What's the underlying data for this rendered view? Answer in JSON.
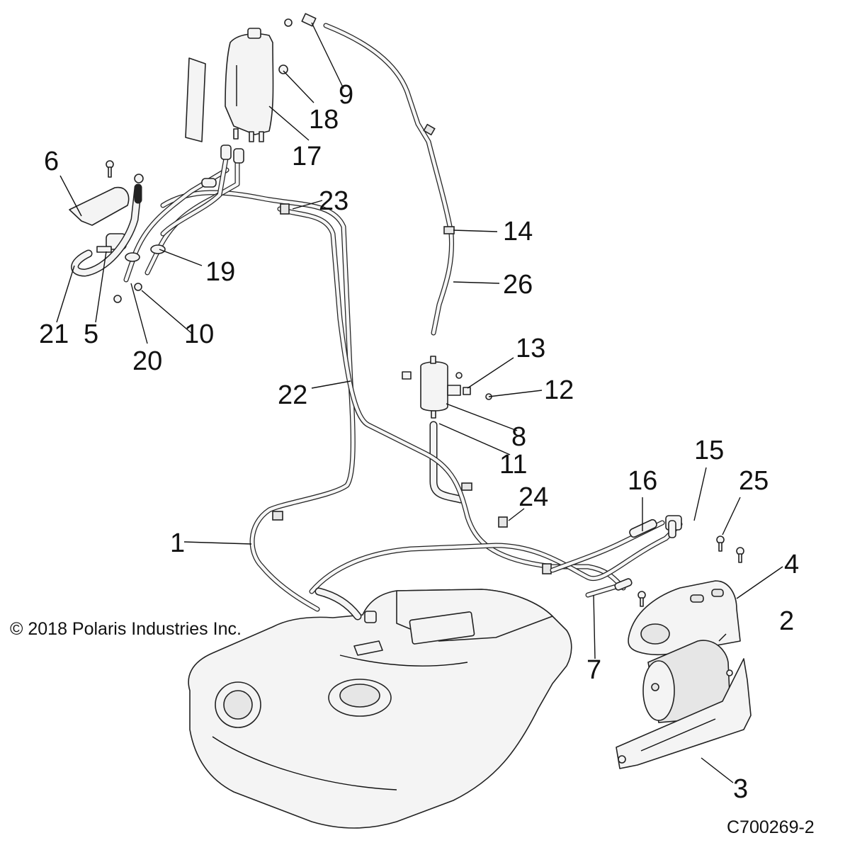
{
  "diagram": {
    "type": "exploded-parts-diagram",
    "subject": "Fuel tank, fuel lines, filter, and evaporative canister assembly",
    "copyright": "© 2018 Polaris Industries Inc.",
    "figure_id": "C700269-2",
    "callouts": [
      {
        "number": "1",
        "part": "fuel-line-assembly"
      },
      {
        "number": "2",
        "part": "evap-canister"
      },
      {
        "number": "3",
        "part": "canister-mounting-bracket"
      },
      {
        "number": "4",
        "part": "canister-cover"
      },
      {
        "number": "5",
        "part": "check-valve"
      },
      {
        "number": "6",
        "part": "valve-shield"
      },
      {
        "number": "7",
        "part": "fuel-line"
      },
      {
        "number": "8",
        "part": "fuel-filter"
      },
      {
        "number": "9",
        "part": "hose-connector"
      },
      {
        "number": "10",
        "part": "hose-clamp"
      },
      {
        "number": "11",
        "part": "hose-clamp"
      },
      {
        "number": "12",
        "part": "screw"
      },
      {
        "number": "13",
        "part": "filter-bracket"
      },
      {
        "number": "14",
        "part": "hose-clip"
      },
      {
        "number": "15",
        "part": "vent-valve"
      },
      {
        "number": "16",
        "part": "vent-hose"
      },
      {
        "number": "17",
        "part": "overflow-reservoir"
      },
      {
        "number": "18",
        "part": "push-rivet"
      },
      {
        "number": "19",
        "part": "grommet"
      },
      {
        "number": "20",
        "part": "hose"
      },
      {
        "number": "21",
        "part": "hose"
      },
      {
        "number": "22",
        "part": "cable-tie"
      },
      {
        "number": "23",
        "part": "hose-clip"
      },
      {
        "number": "24",
        "part": "clip"
      },
      {
        "number": "25",
        "part": "bolt"
      },
      {
        "number": "26",
        "part": "fuel-hose"
      }
    ]
  }
}
